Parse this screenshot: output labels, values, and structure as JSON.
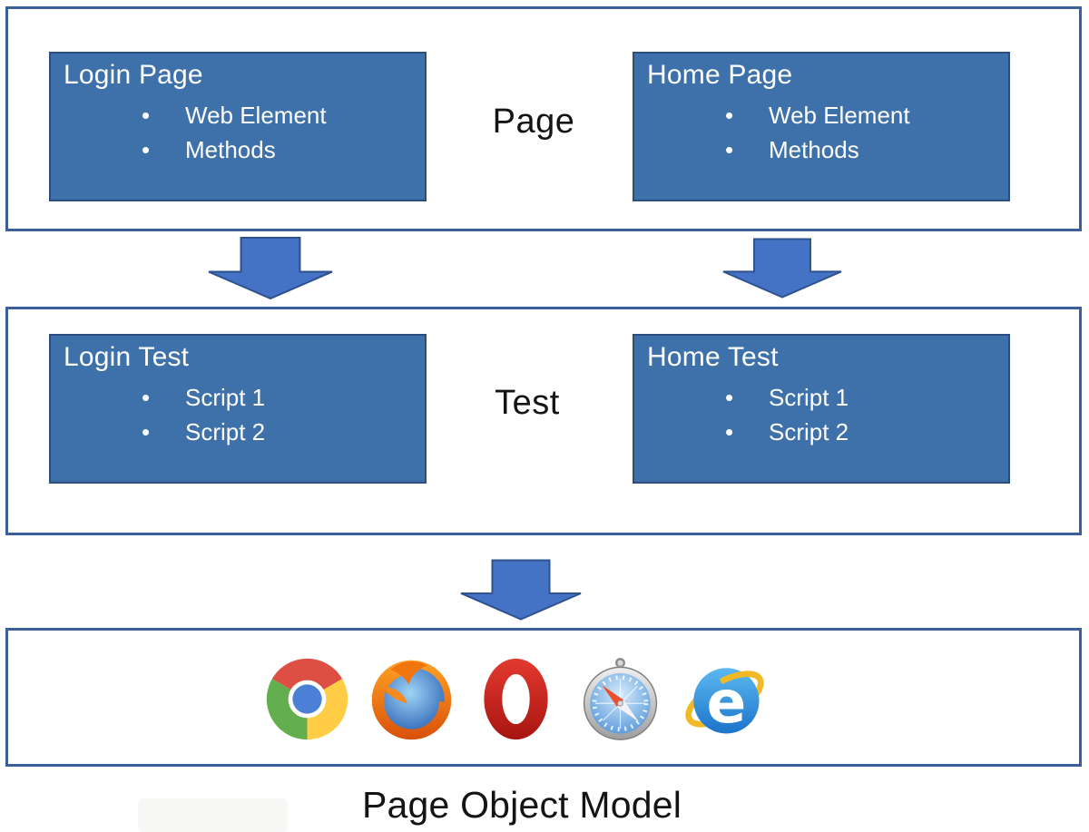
{
  "diagram": {
    "caption": "Page Object Model",
    "page_layer": {
      "label": "Page",
      "boxes": [
        {
          "title": "Login Page",
          "bullets": [
            "Web Element",
            "Methods"
          ]
        },
        {
          "title": "Home Page",
          "bullets": [
            "Web Element",
            "Methods"
          ]
        }
      ]
    },
    "test_layer": {
      "label": "Test",
      "boxes": [
        {
          "title": "Login Test",
          "bullets": [
            "Script 1",
            "Script 2"
          ]
        },
        {
          "title": "Home Test",
          "bullets": [
            "Script 1",
            "Script 2"
          ]
        }
      ]
    },
    "browser_layer": {
      "browsers": [
        "Chrome",
        "Firefox",
        "Opera",
        "Safari",
        "Internet Explorer"
      ]
    },
    "colors": {
      "box_fill": "#3E71A9",
      "box_border": "#2B4E7E",
      "container_border": "#3A5F9B",
      "arrow_fill": "#4472C4",
      "arrow_border": "#2F528F",
      "box_text": "#FFFFFF",
      "label_text": "#141414"
    }
  }
}
